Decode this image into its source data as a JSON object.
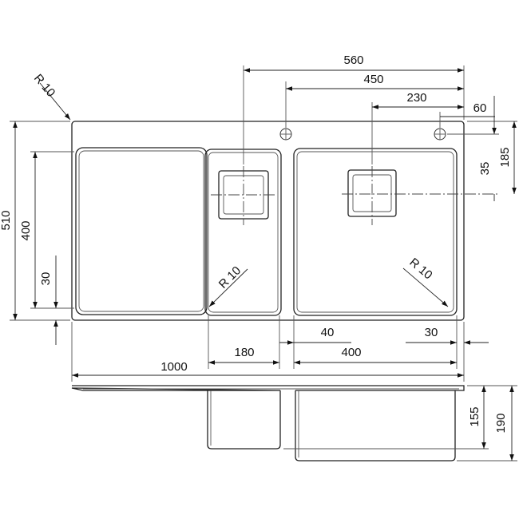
{
  "dimensions": {
    "d560": "560",
    "d450": "450",
    "d230": "230",
    "d60": "60",
    "d185": "185",
    "d35": "35",
    "d510": "510",
    "d400v": "400",
    "d30v": "30",
    "d180": "180",
    "d40": "40",
    "d400h": "400",
    "d30h": "30",
    "d1000": "1000",
    "d155": "155",
    "d190": "190"
  },
  "radii": {
    "corner": "R 10",
    "small_bowl": "R 10",
    "large_bowl": "R 10"
  }
}
